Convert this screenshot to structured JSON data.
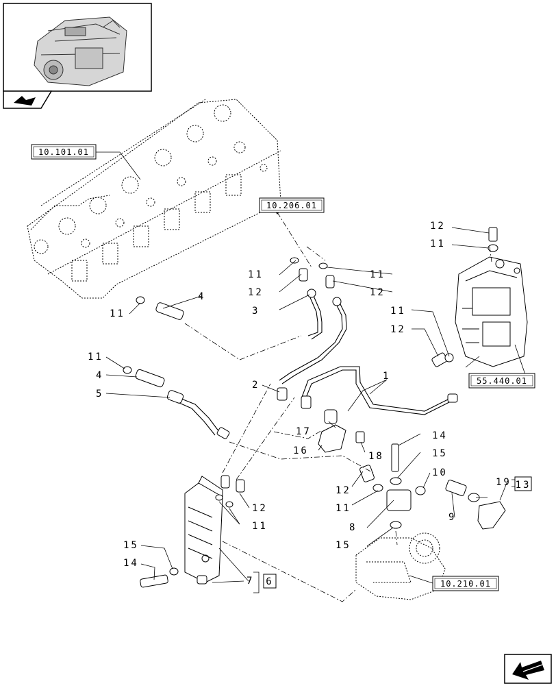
{
  "thumbnail": {
    "icon": "engine-thumbnail-icon"
  },
  "nav": {
    "icon": "view-angle-icon"
  },
  "references": [
    {
      "id": "ref-10-101-01",
      "label": "10.101.01"
    },
    {
      "id": "ref-10-206-01",
      "label": "10.206.01"
    },
    {
      "id": "ref-55-440-01",
      "label": "55.440.01"
    },
    {
      "id": "ref-10-210-01",
      "label": "10.210.01"
    }
  ],
  "boxed_numbers": [
    {
      "id": "box-13",
      "label": "13"
    },
    {
      "id": "box-6",
      "label": "6"
    }
  ],
  "callouts": {
    "c1": "1",
    "c2": "2",
    "c3": "3",
    "c4a": "4",
    "c4b": "4",
    "c5": "5",
    "c7": "7",
    "c8": "8",
    "c9": "9",
    "c10": "10",
    "c11a": "11",
    "c11b": "11",
    "c11c": "11",
    "c11d": "11",
    "c11e": "11",
    "c11f": "11",
    "c11g": "11",
    "c11h": "11",
    "c12a": "12",
    "c12b": "12",
    "c12c": "12",
    "c12d": "12",
    "c12e": "12",
    "c12f": "12",
    "c14a": "14",
    "c14b": "14",
    "c15a": "15",
    "c15b": "15",
    "c15c": "15",
    "c16": "16",
    "c17": "17",
    "c18": "18",
    "c19": "19"
  },
  "corner_nav": {
    "icon": "next-page-arrow-icon"
  }
}
